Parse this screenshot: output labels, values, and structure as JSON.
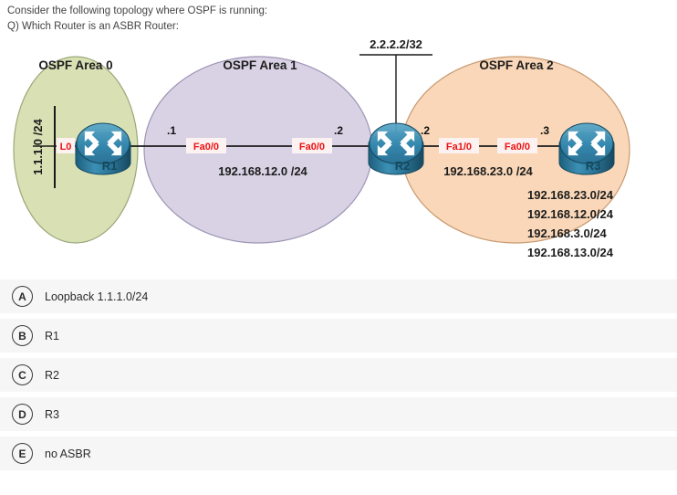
{
  "question": {
    "line1": "Consider the following topology where OSPF is running:",
    "line2": "Q) Which Router is an ASBR Router:"
  },
  "diagram": {
    "areas": [
      {
        "id": "area0",
        "label": "OSPF Area 0",
        "fill": "#d8e0b4",
        "stroke": "#9aa87a"
      },
      {
        "id": "area1",
        "label": "OSPF Area 1",
        "fill": "#d8d2e4",
        "stroke": "#9e95b5"
      },
      {
        "id": "area2",
        "label": "OSPF Area 2",
        "fill": "#f9d7b8",
        "stroke": "#c79a72"
      }
    ],
    "routers": [
      {
        "id": "r1",
        "name": "R1"
      },
      {
        "id": "r2",
        "name": "R2"
      },
      {
        "id": "r3",
        "name": "R3"
      }
    ],
    "loopbacks": [
      {
        "id": "lo0",
        "label": "L0",
        "network": "1.1.1.0 /24",
        "router": "R1"
      },
      {
        "id": "lo2",
        "label": "2.2.2.2/32",
        "router": "R2"
      }
    ],
    "links": [
      {
        "id": "link-r1-r2",
        "network": "192.168.12.0 /24",
        "left_iface": "Fa0/0",
        "right_iface": "Fa0/0",
        "left_dot": ".1",
        "right_dot": ".2"
      },
      {
        "id": "link-r2-r3",
        "network": "192.168.23.0 /24",
        "left_iface": "Fa1/0",
        "right_iface": "Fa0/0",
        "left_dot": ".2",
        "right_dot": ".3"
      }
    ],
    "route_list": [
      "192.168.23.0/24",
      "192.168.12.0/24",
      "192.168.3.0/24",
      "192.168.13.0/24"
    ],
    "colors": {
      "iface_label": "#ee1111",
      "router_body": "#2f7fa8",
      "link_line": "#1a1a1a"
    }
  },
  "options": [
    {
      "letter": "A",
      "label": "Loopback 1.1.1.0/24"
    },
    {
      "letter": "B",
      "label": "R1"
    },
    {
      "letter": "C",
      "label": "R2"
    },
    {
      "letter": "D",
      "label": "R3"
    },
    {
      "letter": "E",
      "label": "no ASBR"
    }
  ]
}
